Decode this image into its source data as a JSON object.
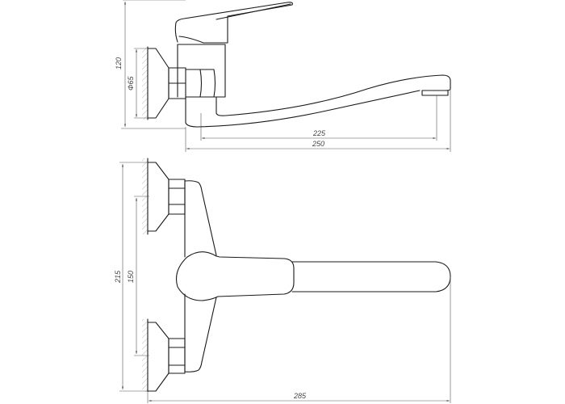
{
  "drawing": {
    "side_view": {
      "height_dim": "120",
      "flange_diameter_dim": "Φ65",
      "spout_reach_dim": "225",
      "overall_length_dim": "250"
    },
    "front_view": {
      "overall_height_dim": "215",
      "inlet_spacing_dim": "150",
      "overall_length_dim": "285"
    }
  }
}
